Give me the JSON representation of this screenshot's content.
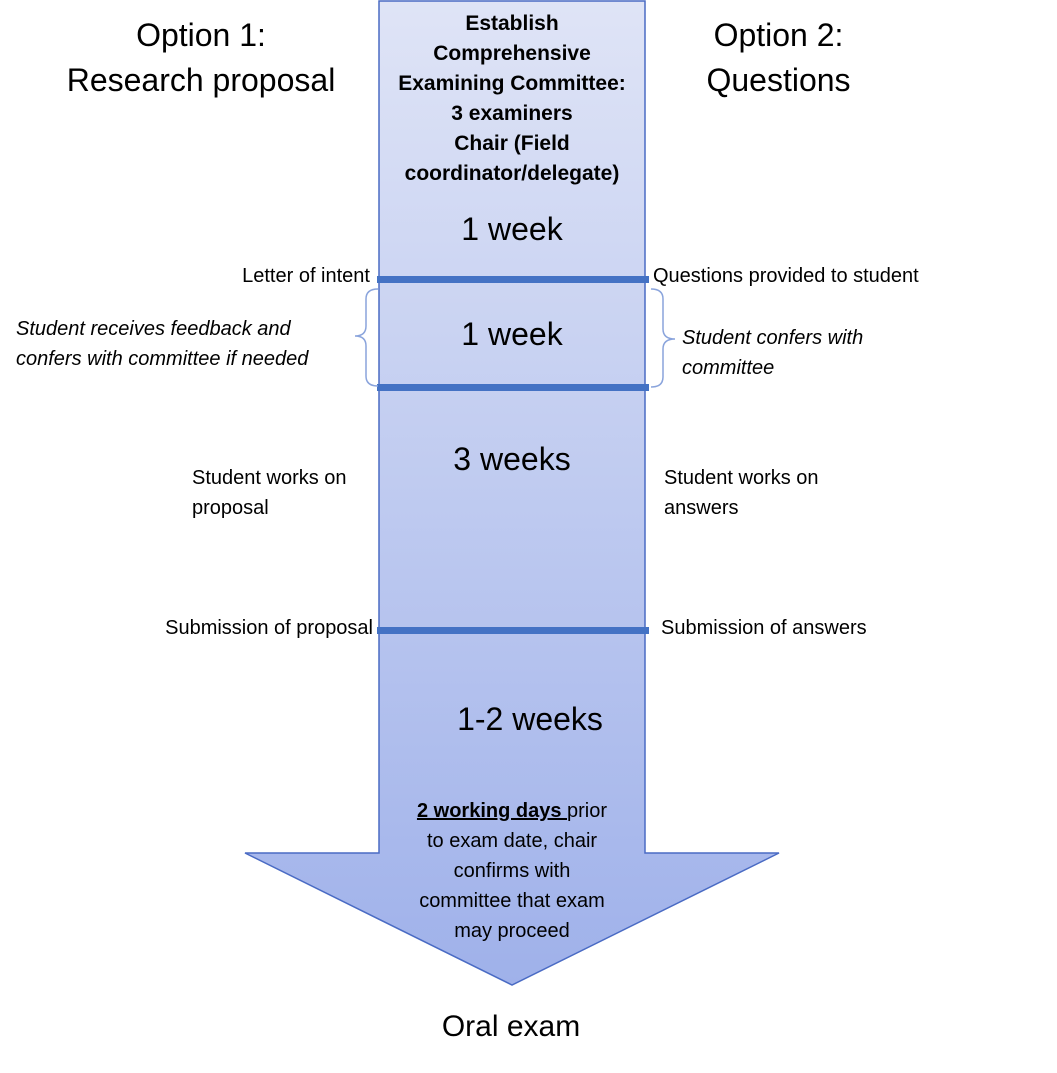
{
  "option1": {
    "line1": "Option 1:",
    "line2": "Research proposal"
  },
  "option2": {
    "line1": "Option 2:",
    "line2": "Questions"
  },
  "top_box": {
    "lines": [
      "Establish",
      "Comprehensive",
      "Examining Committee:",
      "3 examiners",
      "Chair (Field",
      "coordinator/delegate)"
    ]
  },
  "durations": {
    "d1": "1 week",
    "d2": "1 week",
    "d3": "3 weeks",
    "d4": "1-2 weeks"
  },
  "left_labels": {
    "letter_of_intent": "Letter of intent",
    "feedback_line1": "Student receives feedback and",
    "feedback_line2": "confers with committee if needed",
    "works_line1": "Student works on",
    "works_line2": "proposal",
    "submission": "Submission of proposal"
  },
  "right_labels": {
    "questions_provided": "Questions provided to student",
    "confers_line1": "Student confers with",
    "confers_line2": "committee",
    "works_line1": "Student works on",
    "works_line2": "answers",
    "submission": "Submission of answers"
  },
  "arrow_notice": {
    "emphasis": "2 working days ",
    "rest_line1": "prior",
    "line2": "to exam date, chair",
    "line3": "confirms with",
    "line4": "committee that exam",
    "line5": "may proceed"
  },
  "oral_exam": "Oral exam",
  "colors": {
    "arrow_top": "#dfe4f6",
    "arrow_bottom": "#9fb1ea",
    "arrow_border": "#4a6bc4",
    "milestone_bar": "#4472c4",
    "bracket": "#8aa4dc"
  }
}
